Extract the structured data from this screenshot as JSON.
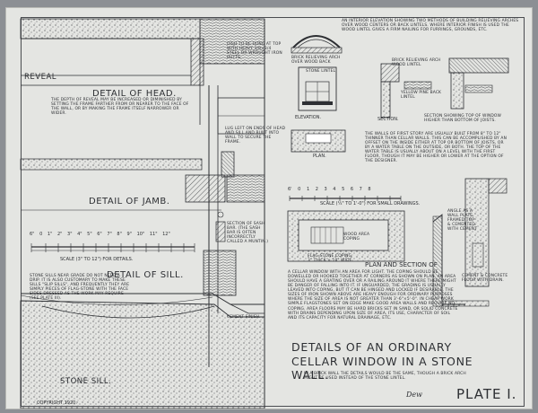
{
  "colors": {
    "paper": "#e4e5e2",
    "ink": "#2d2f33",
    "frame": "#4a4c50"
  },
  "left": {
    "reveal": "REVEAL",
    "detail_head": "DETAIL OF HEAD.",
    "reveal_note": "THE DEPTH OF REVEAL MAY BE INCREASED OR DIMINISHED BY SETTING THE FRAME FARTHER FROM OR NEARER TO THE FACE OF THE WALL, OR BY MAKING THE FRAME ITSELF NARROWER OR WIDER.",
    "dish_note": "DISH TO BE HUNG AT TOP WITH HEAVY 3/8×3/4 STEEL OR WROUGHT IRON BUTTS.",
    "lug_note": "LUG LEFT ON ENDS OF HEAD AND SILL AND BUILT INTO WALL TO SECURE THE FRAME.",
    "detail_jamb": "DETAIL OF JAMB.",
    "scale_numbers": [
      "6\"",
      "0",
      "1\"",
      "2\"",
      "3\"",
      "4\"",
      "5\"",
      "6\"",
      "7\"",
      "8\"",
      "9\"",
      "10\"",
      "11\"",
      "12\""
    ],
    "scale_label": "SCALE (3\" TO 12\") FOR DETAILS.",
    "sash_note": "SECTION OF SASH BAR. (THE SASH BAR IS OFTEN INCORRECTLY CALLED A MUNTIN.)",
    "detail_sill": "DETAIL OF SILL.",
    "sill_note": "STONE SILLS NEAR GRADE DO NOT NEED A DRIP. IT IS ALSO CUSTOMARY TO MAKE THESE SILLS \"SLIP SILLS\", AND FREQUENTLY THEY ARE SIMPLY PIECES OF FLAG-STONE WITH THE FACE SIDES DRESSED AS THE WORK MAY REQUIRE (SEE PLATE III).",
    "cement_finish": "CEMENT FINISH.",
    "stone_sill": "STONE SILL.",
    "copyright": "COPYRIGHT 1920."
  },
  "right": {
    "interior_note": "AN INTERIOR ELEVATION SHOWING TWO METHODS OF BUILDING RELIEVING ARCHES OVER WOOD CENTERS OR BACK LINTELS. WHERE INTERIOR FINISH IS USED THE WOOD LINTEL GIVES A FIRM NAILING FOR FURRINGS, GROUNDS, ETC.",
    "brick_arch": "BRICK RELIEVING ARCH OVER WOOD BACK",
    "stone_lintel": "STONE LINTEL.",
    "elevation": "ELEVATION.",
    "brick_relieving": "BRICK RELIEVING ARCH WOOD LINTEL",
    "yellow_pine": "YELLOW PINE BACK LINTEL",
    "section": "SECTION.",
    "section_top": "SECTION SHOWING TOP OF WINDOW HIGHER THAN BOTTOM OF JOISTS.",
    "plan": "PLAN.",
    "walls_note": "THE WALLS OF FIRST STORY ARE USUALLY BUILT FROM 8\" TO 12\" THINNER THAN CELLAR WALLS. THIS CAN BE ACCOMPLISHED BY AN OFFSET ON THE INSIDE EITHER AT TOP OR BOTTOM OF JOISTS, OR BY A WATER TABLE ON THE OUTSIDE, OR BOTH. THE TOP OF THE WATER TABLE IS USUALLY ABOUT ON A LEVEL WITH THE FIRST FLOOR, THOUGH IT MAY BE HIGHER OR LOWER AT THE OPTION OF THE DESIGNER.",
    "scale2_numbers": [
      "6'",
      "0",
      "1",
      "2",
      "3",
      "4",
      "5",
      "6",
      "7",
      "8"
    ],
    "scale2_label": "SCALE (¼\" TO 1'-0\") FOR SMALL DRAWINGS.",
    "wood_area": "WOOD AREA COPING",
    "flag_coping": "FLAG-STONE COPING 3\" THICK × 10\" WIDE",
    "plan_section": "PLAN AND SECTION OF",
    "areaway_note": "A CELLAR WINDOW WITH AN AREA FOR LIGHT. THE COPING SHOULD BE DOWELLED OR HOOKED TOGETHER AT CORNERS AS SHOWN ON PLAN. AN AREA SHOULD HAVE A GRATING OVER OR A RAILING AROUND IT WHERE THERE MIGHT BE DANGER OF FALLING INTO IT. IF UNGUARDED, THE GRADING IS USUALLY LEAVED INTO COPING, BUT IT CAN BE HINGED AND LOCKED IF DESIRABLE. THE SIZES OF IRON SHOWN ABOVE ARE HEAVY ENOUGH FOR ORDINARY PURPOSES WHERE THE SIZE OF AREA IS NOT GREATER THAN 3'-6\"×5'-0\". IN CHEAP WORK SIMPLE FLAGSTONES SET ON EDGE MAKE GOOD AREA WALLS AND REQUIRE NO COPING. AREA FLOORS MAY BE HARD BRICKS SET IN SAND, OR SOLID CONCRETE WITH DRAINS DEPENDING UPON SIZE OF AREA, ITS USE, CHARACTER OF SOIL AND ITS CAPACITY FOR NATURAL DRAINAGE, ETC.",
    "cement_floor": "CEMENT & CONCRETE FLOOR WITH DRAIN.",
    "angle_note": "ANGLE AS A WALL PLATE, FRAMED TOP & CEMENTED WITH CEMENT"
  },
  "title": {
    "main": "DETAILS OF AN ORDINARY CELLAR WINDOW IN A STONE WALL.",
    "brick_note": "IN A BRICK WALL THE DETAILS WOULD BE THE SAME, THOUGH A BRICK ARCH MIGHT BE USED INSTEAD OF THE STONE LINTEL.",
    "signature": "Dew",
    "plate": "PLATE I."
  }
}
